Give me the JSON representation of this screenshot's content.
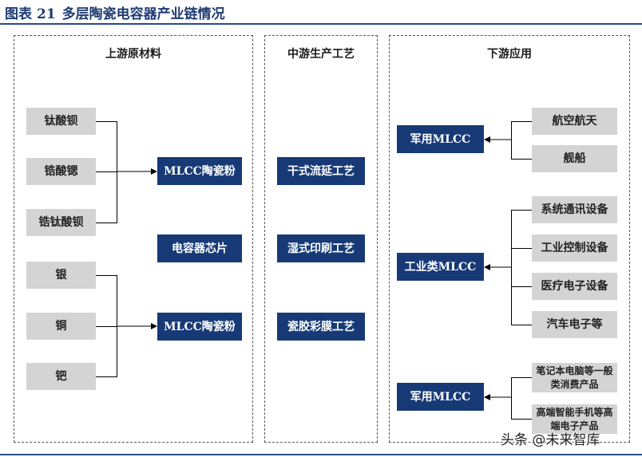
{
  "header": {
    "label": "图表",
    "number": "21",
    "title": "多层陶瓷电容器产业链情况"
  },
  "upstream": {
    "title": "上游原材料",
    "group1": [
      "钛酸钡",
      "锆酸锶",
      "锆钛酸钡"
    ],
    "group1_product": "MLCC陶瓷粉",
    "middle": "电容器芯片",
    "group2": [
      "银",
      "铜",
      "钯"
    ],
    "group2_product": "MLCC陶瓷粉"
  },
  "midstream": {
    "title": "中游生产工艺",
    "processes": [
      "干式流延工艺",
      "湿式印刷工艺",
      "瓷胶彩膜工艺"
    ]
  },
  "downstream": {
    "title": "下游应用",
    "groups": [
      {
        "label": "军用MLCC",
        "items": [
          "航空航天",
          "舰船"
        ]
      },
      {
        "label": "工业类MLCC",
        "items": [
          "系统通讯设备",
          "工业控制设备",
          "医疗电子设备",
          "汽车电子等"
        ]
      },
      {
        "label": "军用MLCC",
        "items": [
          "笔记本电脑等一般类消费产品",
          "高端智能手机等高端电子产品"
        ]
      }
    ]
  },
  "watermark": "头条 @未来智库"
}
